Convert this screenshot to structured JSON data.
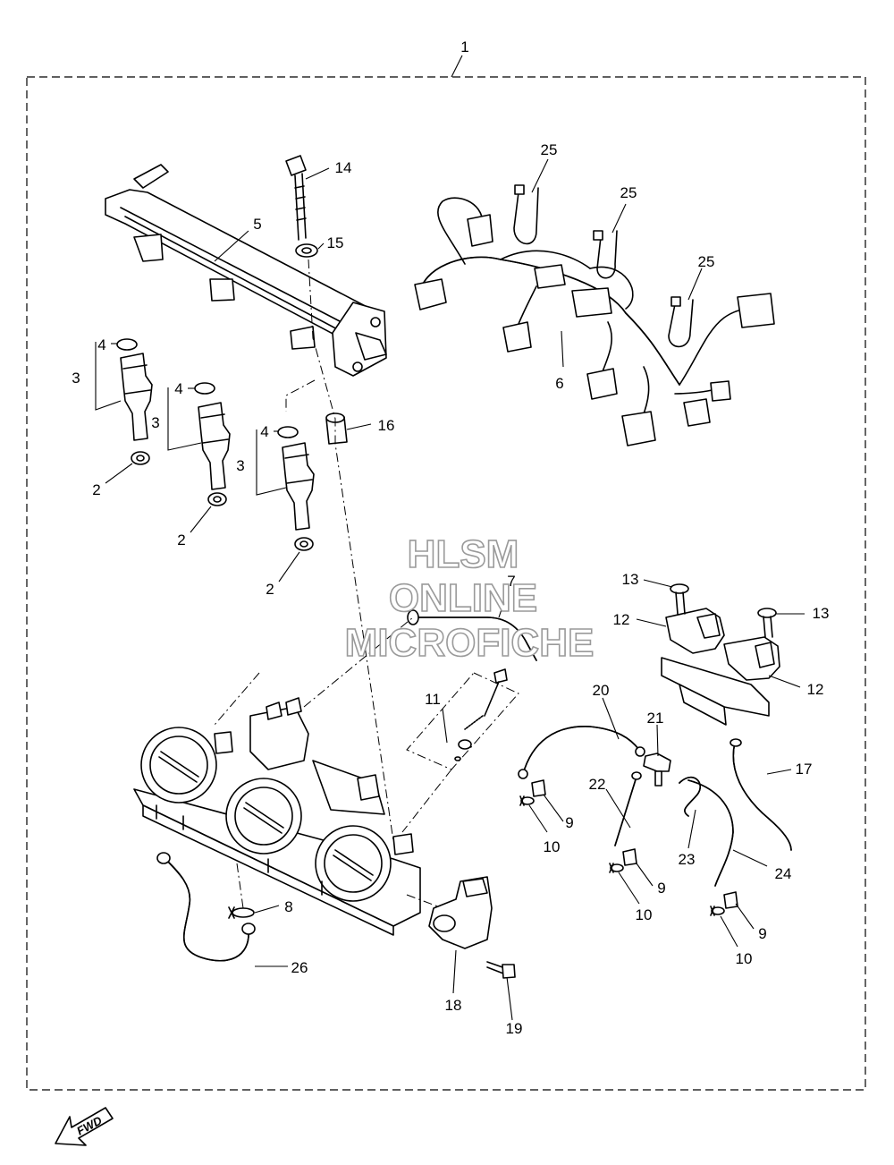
{
  "watermark": {
    "line1": "HLSM",
    "line2": "ONLINE",
    "line3": "MICROFICHE"
  },
  "fwd_label": "FWD",
  "callouts": [
    {
      "id": "c1",
      "text": "1"
    },
    {
      "id": "c2a",
      "text": "2"
    },
    {
      "id": "c2b",
      "text": "2"
    },
    {
      "id": "c2c",
      "text": "2"
    },
    {
      "id": "c3a",
      "text": "3"
    },
    {
      "id": "c3b",
      "text": "3"
    },
    {
      "id": "c3c",
      "text": "3"
    },
    {
      "id": "c4a",
      "text": "4"
    },
    {
      "id": "c4b",
      "text": "4"
    },
    {
      "id": "c4c",
      "text": "4"
    },
    {
      "id": "c5",
      "text": "5"
    },
    {
      "id": "c6",
      "text": "6"
    },
    {
      "id": "c7",
      "text": "7"
    },
    {
      "id": "c8",
      "text": "8"
    },
    {
      "id": "c9a",
      "text": "9"
    },
    {
      "id": "c9b",
      "text": "9"
    },
    {
      "id": "c9c",
      "text": "9"
    },
    {
      "id": "c10a",
      "text": "10"
    },
    {
      "id": "c10b",
      "text": "10"
    },
    {
      "id": "c10c",
      "text": "10"
    },
    {
      "id": "c11",
      "text": "11"
    },
    {
      "id": "c12a",
      "text": "12"
    },
    {
      "id": "c12b",
      "text": "12"
    },
    {
      "id": "c13a",
      "text": "13"
    },
    {
      "id": "c13b",
      "text": "13"
    },
    {
      "id": "c14",
      "text": "14"
    },
    {
      "id": "c15",
      "text": "15"
    },
    {
      "id": "c16",
      "text": "16"
    },
    {
      "id": "c17",
      "text": "17"
    },
    {
      "id": "c18",
      "text": "18"
    },
    {
      "id": "c19",
      "text": "19"
    },
    {
      "id": "c20",
      "text": "20"
    },
    {
      "id": "c21",
      "text": "21"
    },
    {
      "id": "c22",
      "text": "22"
    },
    {
      "id": "c23",
      "text": "23"
    },
    {
      "id": "c24",
      "text": "24"
    },
    {
      "id": "c25a",
      "text": "25"
    },
    {
      "id": "c25b",
      "text": "25"
    },
    {
      "id": "c25c",
      "text": "25"
    },
    {
      "id": "c26",
      "text": "26"
    }
  ]
}
